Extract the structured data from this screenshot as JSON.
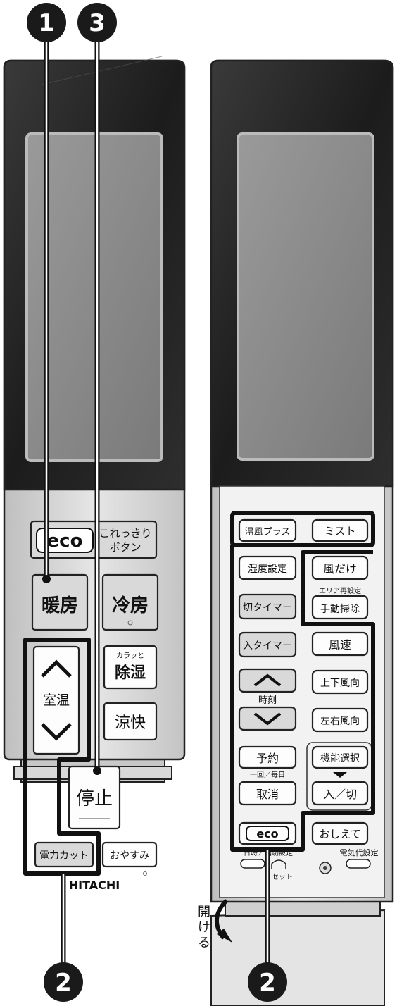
{
  "markers": {
    "one": "1",
    "two": "2",
    "three": "3"
  },
  "left_remote": {
    "eco_label": "eco",
    "korekkiri_line1": "これっきり",
    "korekkiri_line2": "ボタン",
    "heating": "暖房",
    "cooling": "冷房",
    "karatto": "カラッと",
    "dehumidify": "除湿",
    "room_temp": "室温",
    "cool_comfort": "涼快",
    "stop": "停止",
    "power_cut": "電力カット",
    "sleep": "おやすみ",
    "brand": "HITACHI"
  },
  "right_remote": {
    "warm_air_plus": "温風プラス",
    "mist": "ミスト",
    "humidity_setting": "湿度設定",
    "wind_only": "風だけ",
    "area_reset_caption": "エリア再設定",
    "manual_clean": "手動掃除",
    "off_timer": "切タイマー",
    "on_timer": "入タイマー",
    "fan_speed": "風速",
    "time_caption": "時刻",
    "vertical_airflow": "上下風向",
    "horizontal_airflow": "左右風向",
    "reserve": "予約",
    "once_daily_caption": "一回／毎日",
    "cancel": "取消",
    "function_select": "機能選択",
    "on_off": "入／切",
    "eco_label": "eco",
    "explain": "おしえて",
    "datetime_setting": "日時／指切設定",
    "reset": "リセット",
    "electricity_cost_setting": "電気代設定",
    "open_caption": "開ける"
  }
}
